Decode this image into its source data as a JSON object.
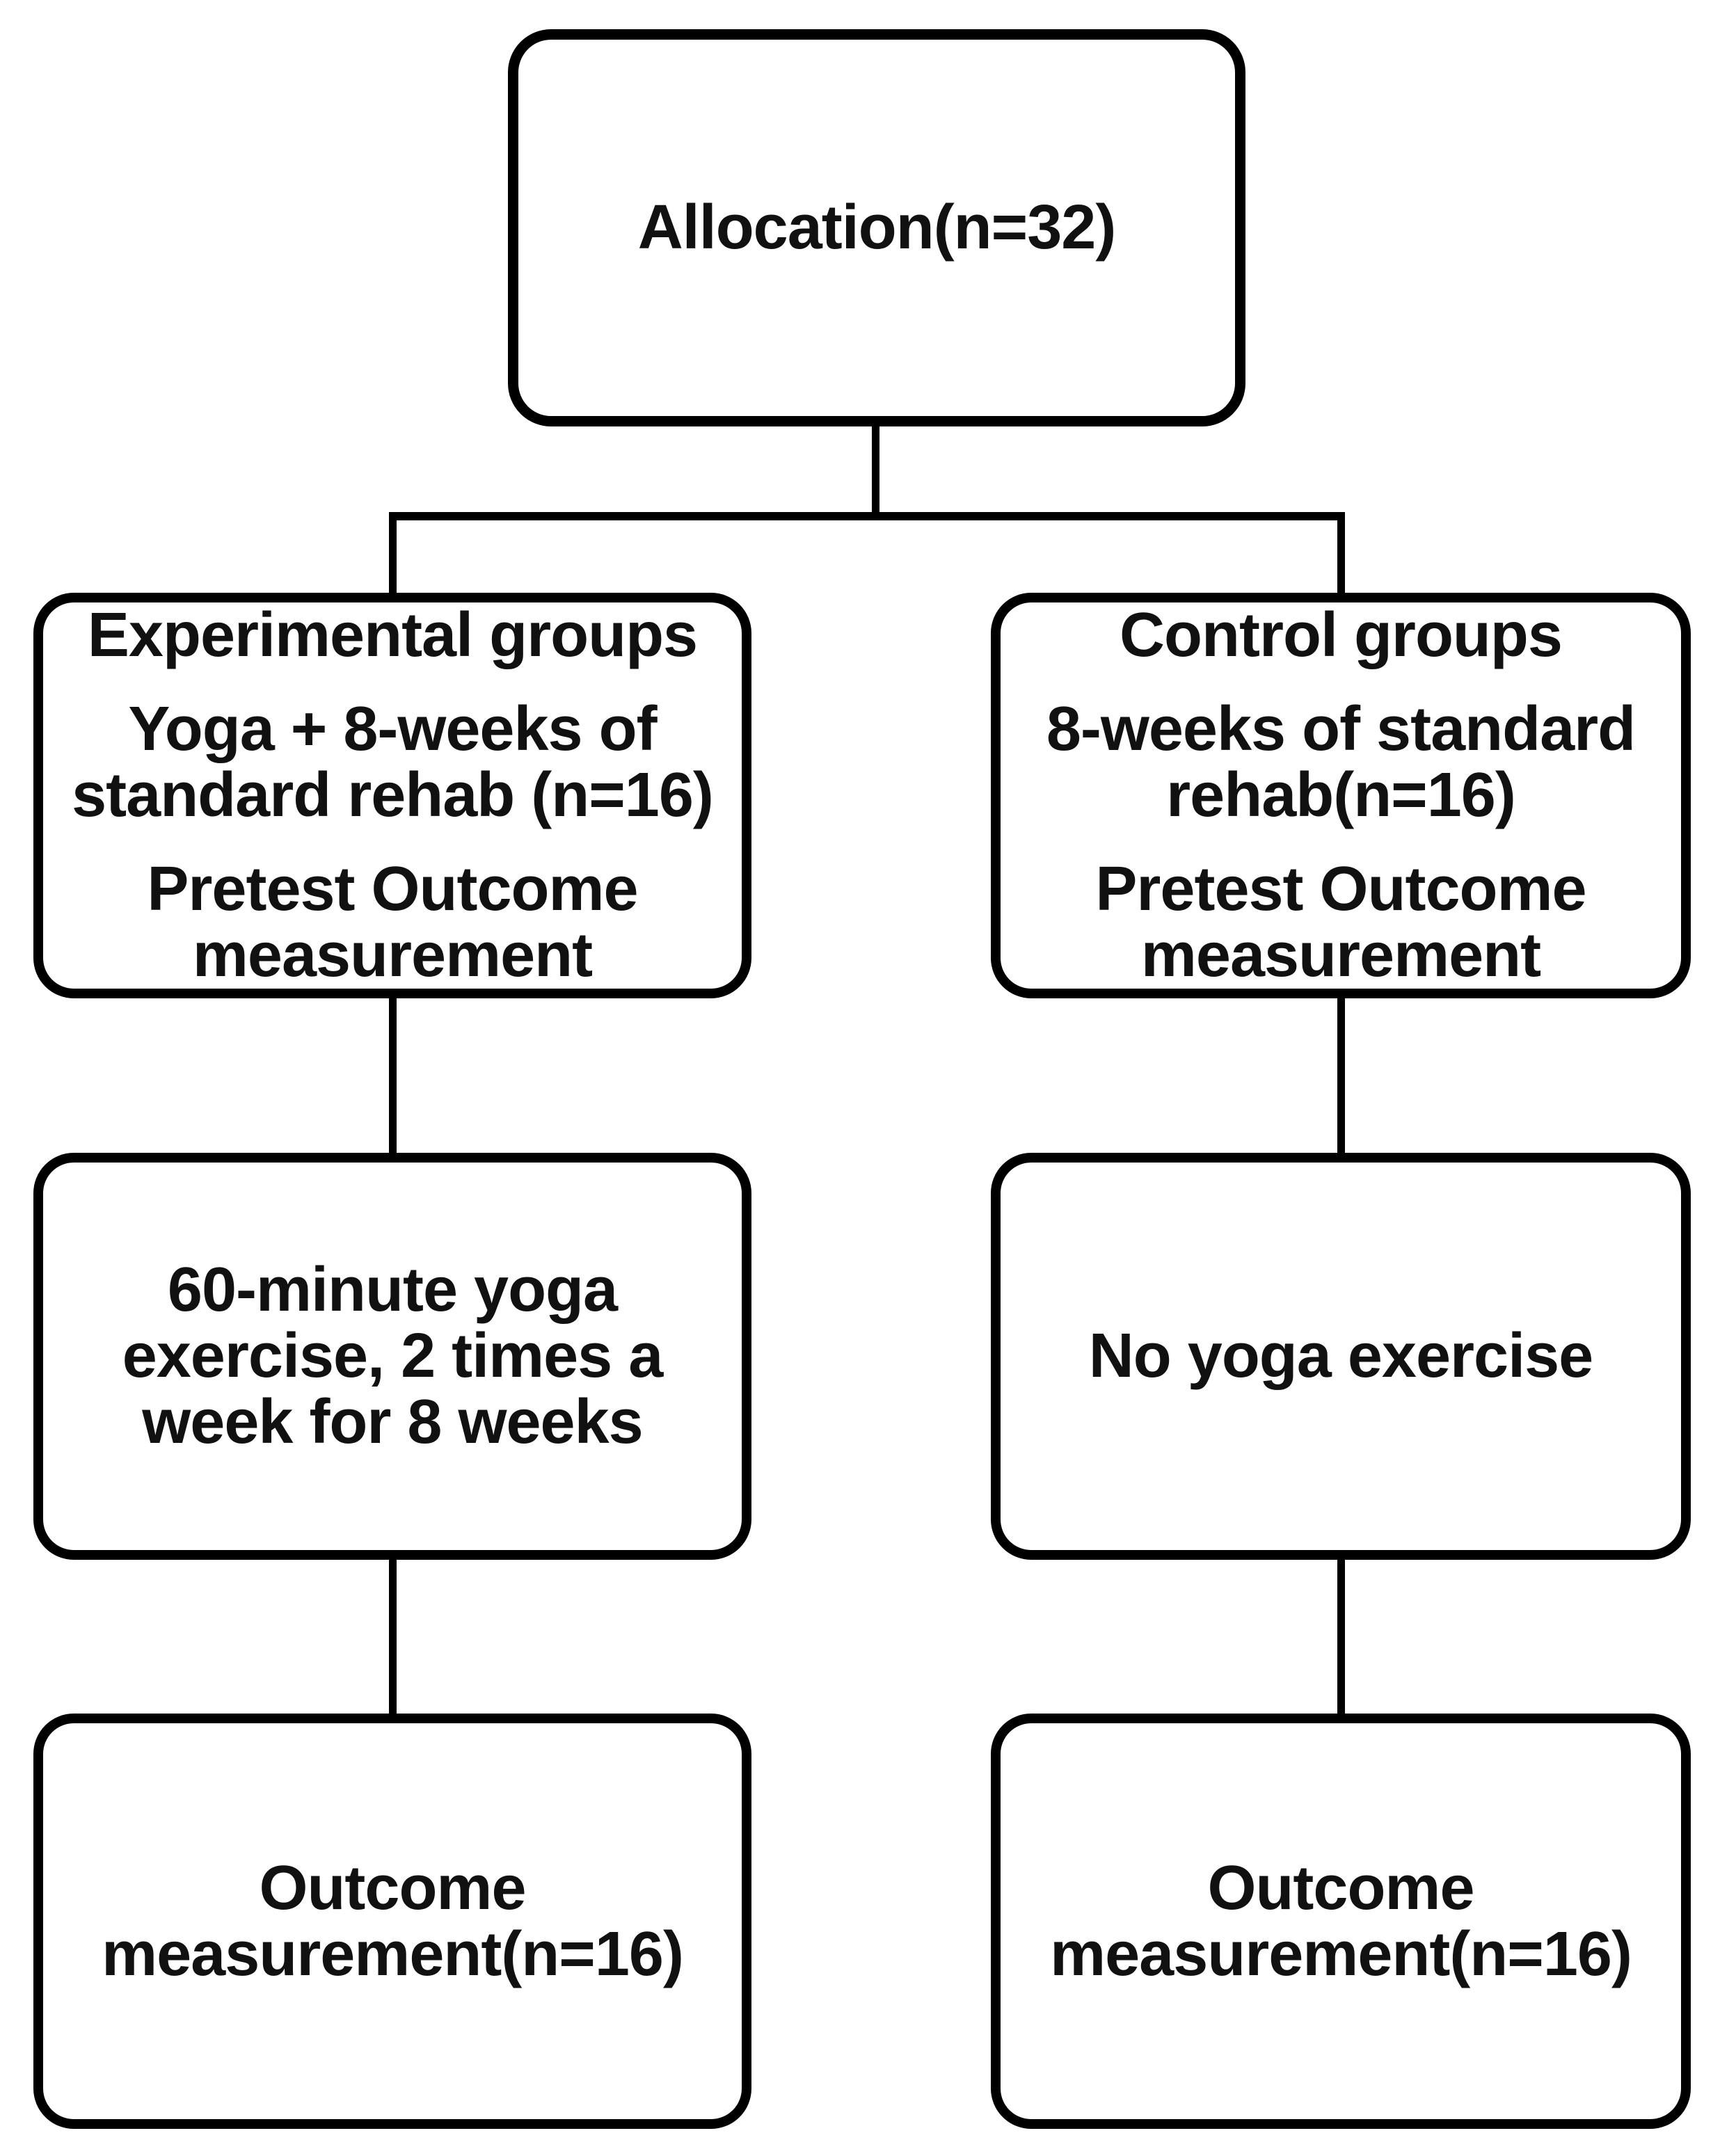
{
  "figure": {
    "background": "#ffffff",
    "line_color": "#000000",
    "text_color": "#111111"
  },
  "nodes": {
    "allocation": {
      "label": "Allocation(n=32)"
    },
    "experimental": {
      "heading": "Experimental groups",
      "intervention": "Yoga + 8-weeks of\nstandard rehab (n=16)",
      "pretest": "Pretest Outcome\nmeasurement"
    },
    "control": {
      "heading": "Control groups",
      "intervention": "8-weeks of standard\nrehab(n=16)",
      "pretest": "Pretest Outcome\nmeasurement"
    },
    "yoga_intervention": {
      "label": "60-minute yoga\nexercise, 2 times a\nweek for 8 weeks"
    },
    "no_yoga": {
      "label": "No yoga exercise"
    },
    "outcome_experimental": {
      "label": "Outcome\nmeasurement(n=16)"
    },
    "outcome_control": {
      "label": "Outcome\nmeasurement(n=16)"
    }
  }
}
